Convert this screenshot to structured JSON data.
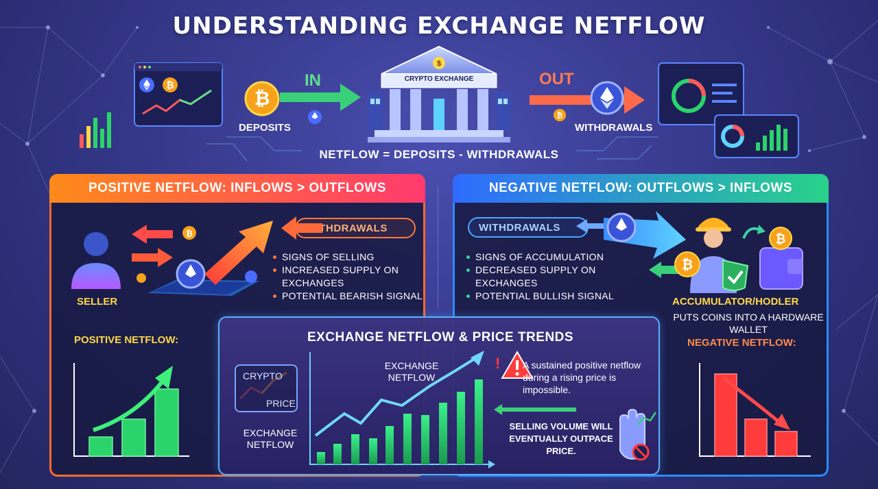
{
  "title": "UNDERSTANDING EXCHANGE NETFLOW",
  "top": {
    "in_label": "IN",
    "out_label": "OUT",
    "deposits_label": "DEPOSITS",
    "withdrawals_label": "WITHDRAWALS",
    "exchange_sign": "CRYPTO EXCHANGE",
    "formula": "NETFLOW = DEPOSITS - WITHDRAWALS"
  },
  "positive": {
    "header": "POSITIVE NETFLOW: INFLOWS > OUTFLOWS",
    "pill": "WITHDRAWALS",
    "bullets": [
      "SIGNS OF SELLING",
      "INCREASED SUPPLY ON EXCHANGES",
      "POTENTIAL BEARISH SIGNAL"
    ],
    "seller_label": "SELLER",
    "chart_label": "POSITIVE NETFLOW:"
  },
  "negative": {
    "header": "NEGATIVE NETFLOW: OUTFLOWS > INFLOWS",
    "pill": "WITHDRAWALS",
    "bullets": [
      "SIGNS OF ACCUMULATION",
      "DECREASED SUPPLY ON EXCHANGES",
      "POTENTIAL BULLISH SIGNAL"
    ],
    "accumulator_label": "ACCUMULATOR/HODLER",
    "accumulator_sub": "PUTS COINS INTO A HARDWARE WALLET",
    "chart_label": "NEGATIVE NETFLOW:"
  },
  "center": {
    "title": "EXCHANGE NETFLOW & PRICE TRENDS",
    "crypto_word": "CRYPTO",
    "price_word": "PRICE",
    "exchange_netflow_left": "EXCHANGE NETFLOW",
    "exchange_netflow_top": "EXCHANGE NETFLOW",
    "warning_text": "A sustained positive netflow during a rising price is impossible.",
    "selling_text": "SELLING VOLUME WILL EVENTUALLY OUTPACE PRICE."
  },
  "colors": {
    "positive_accent": "#ff6a2a",
    "negative_accent": "#2b8cff",
    "green_bar": "#2bd46a",
    "red_bar": "#ff3b3b",
    "highlight_text": "#ffd84a"
  },
  "icons": [
    "bitcoin-icon",
    "ethereum-icon",
    "bank-building-icon",
    "person-icon",
    "worker-icon",
    "shield-check-icon",
    "wallet-icon",
    "warning-icon",
    "stop-hand-icon",
    "phone-icon"
  ]
}
